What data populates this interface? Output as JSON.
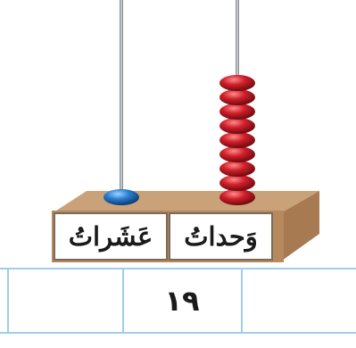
{
  "abacus": {
    "columns": [
      {
        "name": "ones",
        "label_base": "وَحداتُ",
        "bead_count": 9,
        "bead_color": "#c0202a"
      },
      {
        "name": "tens",
        "label_base": "عَشَراتُ",
        "bead_count": 1,
        "bead_color": "#1f6fc4"
      }
    ]
  },
  "table": {
    "cells": [
      "",
      "١٩",
      ""
    ]
  },
  "colors": {
    "base_top": "#c9a27a",
    "base_front": "#b7895f",
    "base_side": "#a87a52",
    "rod": "#9aa3aa",
    "table_border": "#9fcfe8"
  }
}
